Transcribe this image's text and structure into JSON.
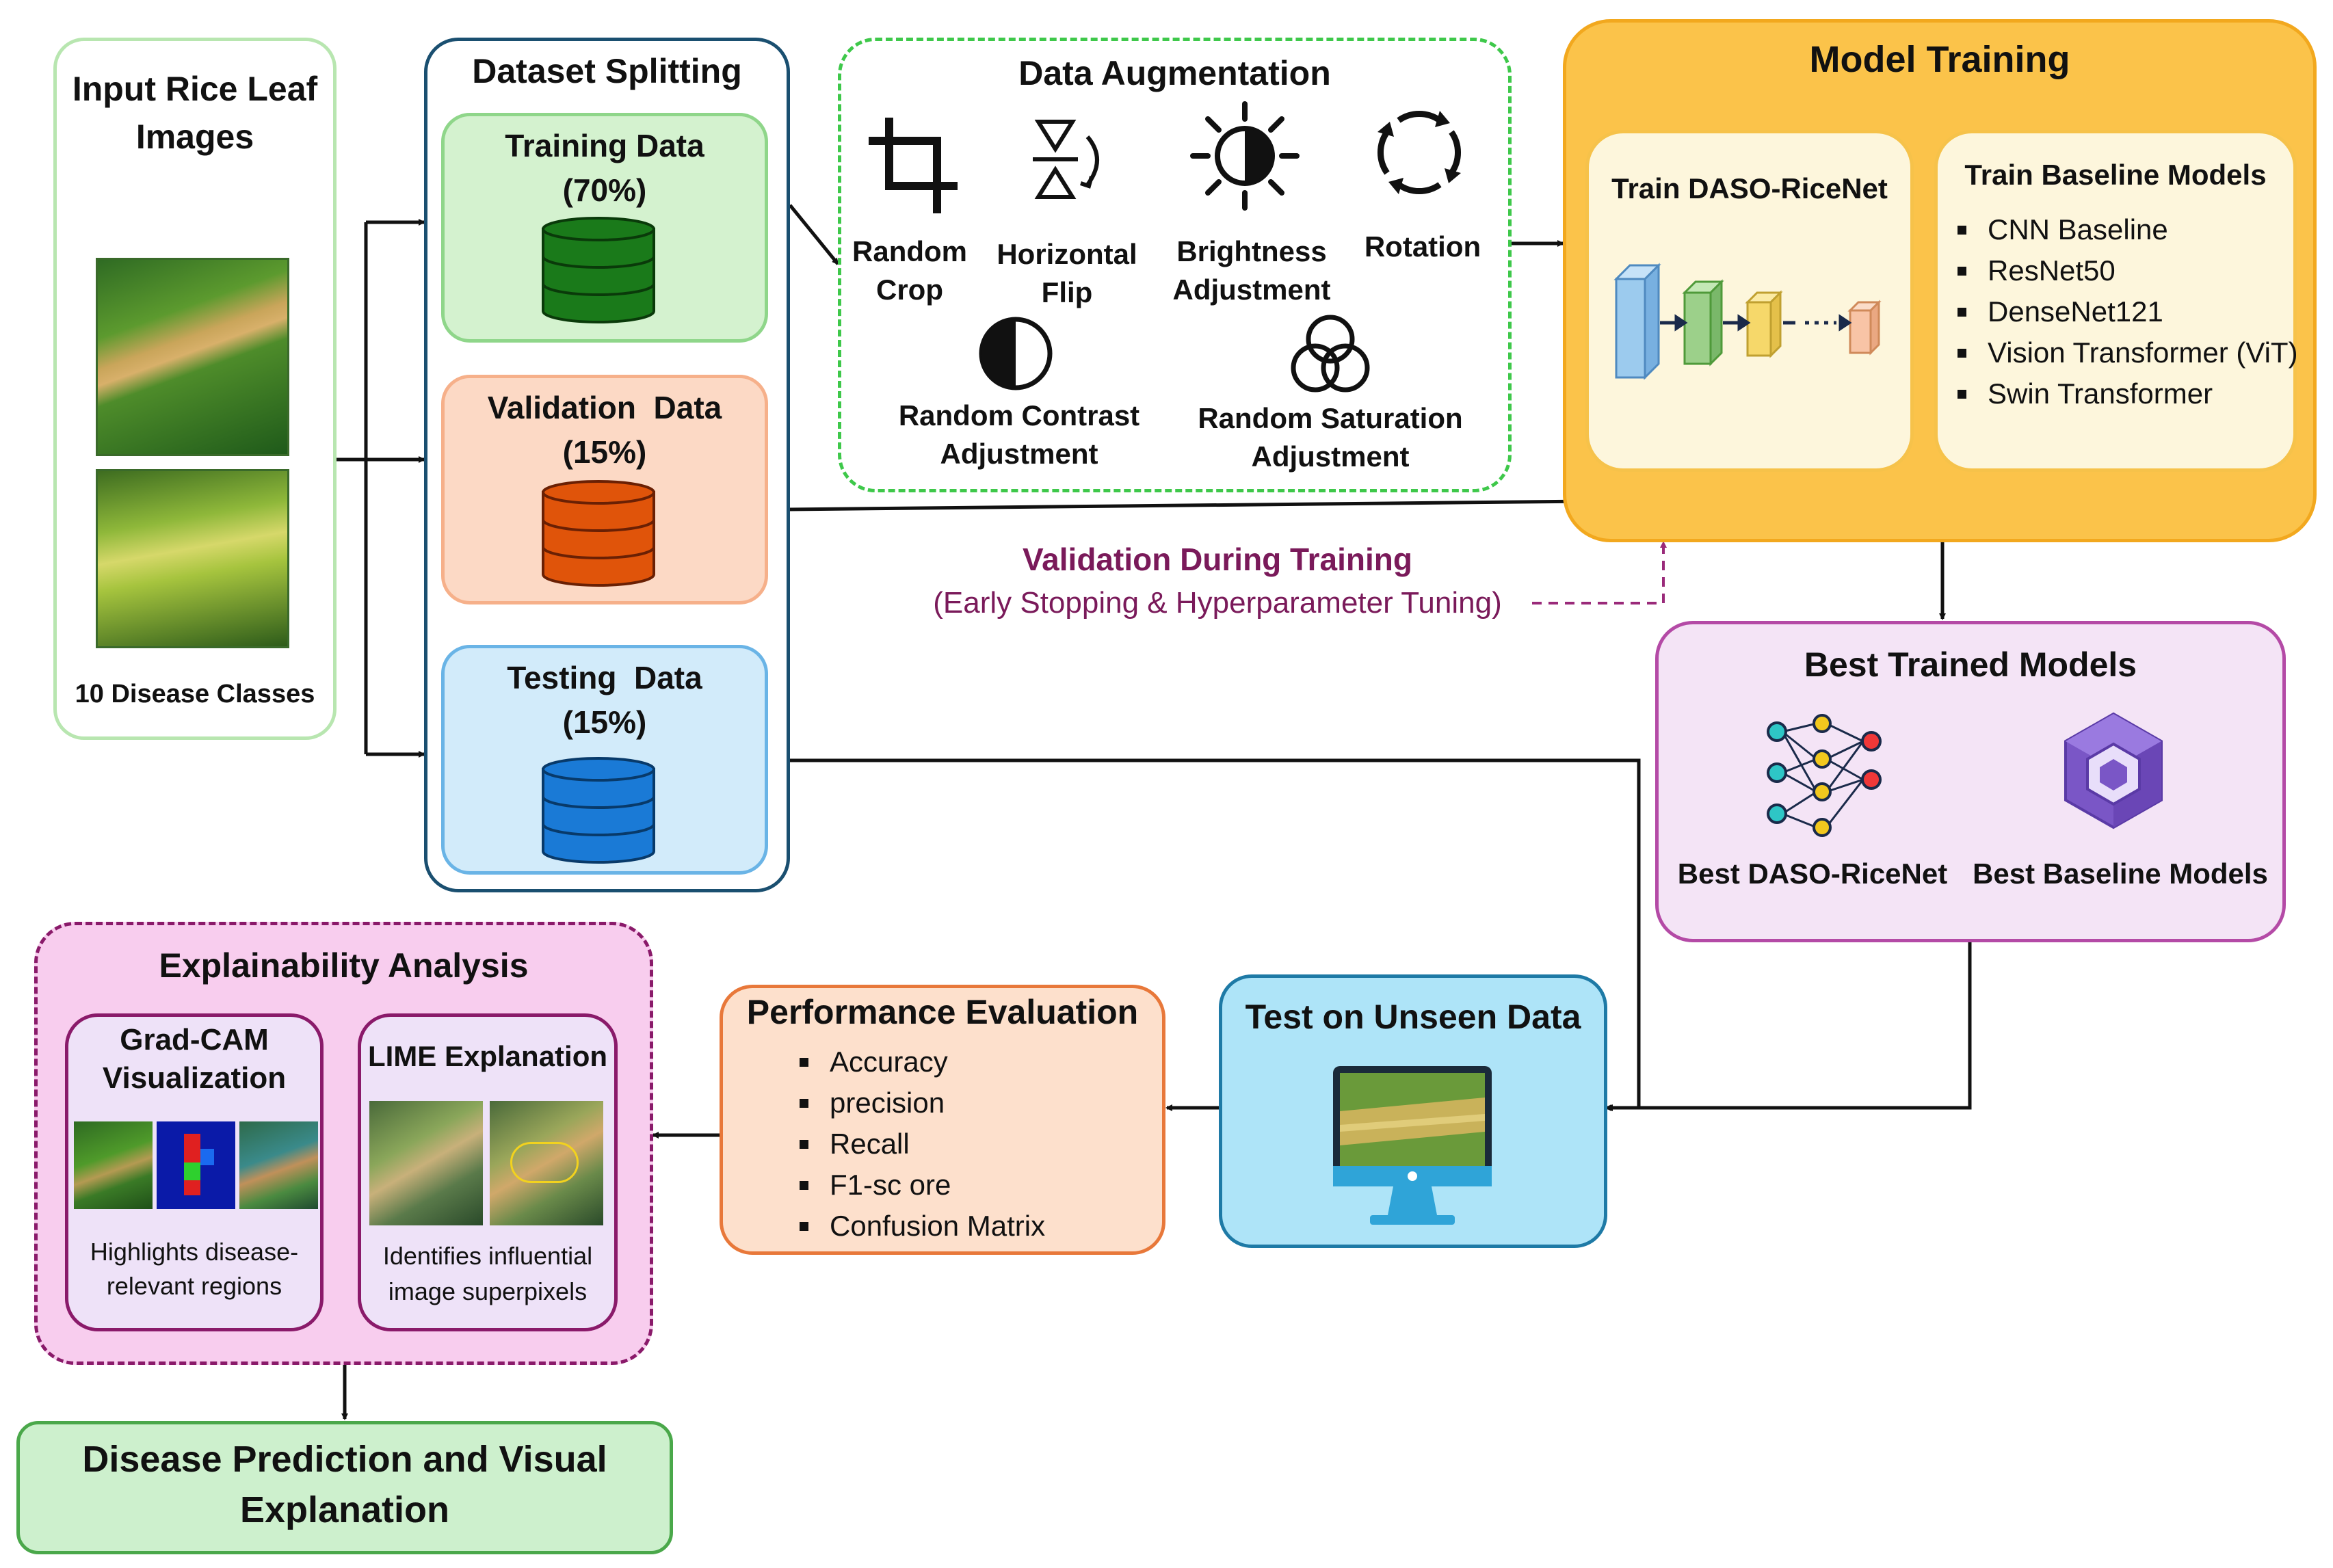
{
  "input": {
    "title_line1": "Input Rice Leaf",
    "title_line2": "Images",
    "classes": "10 Disease Classes"
  },
  "splitting": {
    "title": "Dataset Splitting",
    "training": {
      "label": "Training Data",
      "pct": "(70%)",
      "color": "#1a7a1a"
    },
    "validation": {
      "label": "Validation  Data",
      "pct": "(15%)",
      "color": "#e0540a"
    },
    "testing": {
      "label": "Testing  Data",
      "pct": "(15%)",
      "color": "#1a7ad6"
    }
  },
  "augmentation": {
    "title": "Data Augmentation",
    "random_crop": [
      "Random",
      "Crop"
    ],
    "horizontal_flip": [
      "Horizontal",
      "Flip"
    ],
    "brightness": [
      "Brightness",
      "Adjustment"
    ],
    "rotation": "Rotation",
    "contrast": [
      "Random Contrast",
      "Adjustment"
    ],
    "saturation": [
      "Random Saturation",
      "Adjustment"
    ]
  },
  "model_training": {
    "title": "Model Training",
    "daso": "Train DASO-RiceNet",
    "baseline_title": "Train Baseline Models",
    "baselines": [
      "CNN Baseline",
      "ResNet50",
      "DenseNet121",
      "Vision Transformer (ViT)",
      "Swin Transformer"
    ]
  },
  "validation_note": {
    "line1": "Validation During Training",
    "line2": "(Early Stopping & Hyperparameter Tuning)",
    "color": "#7a1a5a"
  },
  "best_models": {
    "title": "Best Trained Models",
    "daso": "Best DASO-RiceNet",
    "baseline": "Best Baseline Models"
  },
  "test_unseen": {
    "title": "Test on Unseen Data"
  },
  "performance": {
    "title": "Performance Evaluation",
    "metrics": [
      "Accuracy",
      "precision",
      "Recall",
      "F1-sc ore",
      "Confusion Matrix"
    ]
  },
  "explainability": {
    "title": "Explainability Analysis",
    "gradcam_line1": "Grad-CAM",
    "gradcam_line2": "Visualization",
    "gradcam_desc1": "Highlights disease-",
    "gradcam_desc2": "relevant regions",
    "lime_title": "LIME Explanation",
    "lime_desc1": "Identifies influential",
    "lime_desc2": "image superpixels"
  },
  "final": {
    "line1": "Disease Prediction and Visual",
    "line2": "Explanation"
  }
}
